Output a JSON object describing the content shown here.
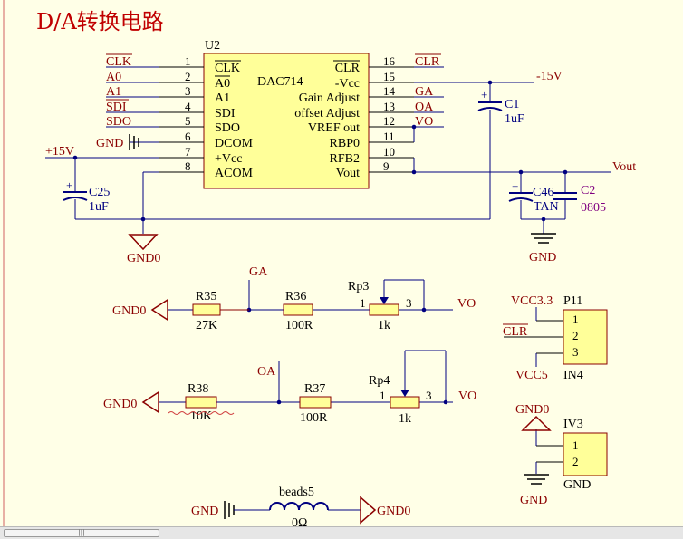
{
  "title": "D/A转换电路",
  "colors": {
    "wire": "#000080",
    "text": "#8b0000",
    "blue_text": "#000080",
    "net_text": "#8b0000",
    "purple": "#800080",
    "chip_fill": "#ffff99",
    "chip_edge": "#8b0000",
    "bg": "#ffffe7"
  },
  "u2": {
    "ref": "U2",
    "part": "DAC714",
    "left_pins": [
      {
        "num": "1",
        "name": "CLK",
        "net": "CLK",
        "overline": true
      },
      {
        "num": "2",
        "name": "A0",
        "net": "A0",
        "overline": true
      },
      {
        "num": "3",
        "name": "A1",
        "net": "A1",
        "overline": false
      },
      {
        "num": "4",
        "name": "SDI",
        "net": "SDI",
        "overline": false
      },
      {
        "num": "5",
        "name": "SDO",
        "net": "SDO",
        "overline": false
      },
      {
        "num": "6",
        "name": "DCOM",
        "net": "",
        "overline": false
      },
      {
        "num": "7",
        "name": "+Vcc",
        "net": "",
        "overline": false
      },
      {
        "num": "8",
        "name": "ACOM",
        "net": "",
        "overline": false
      }
    ],
    "right_pins": [
      {
        "num": "16",
        "name": "CLR",
        "net": "CLR",
        "overline": true
      },
      {
        "num": "15",
        "name": "-Vcc",
        "net": "-15V",
        "overline": false
      },
      {
        "num": "14",
        "name": "Gain Adjust",
        "net": "GA",
        "overline": false
      },
      {
        "num": "13",
        "name": "offset Adjust",
        "net": "OA",
        "overline": false
      },
      {
        "num": "12",
        "name": "VREF out",
        "net": "VO",
        "overline": false
      },
      {
        "num": "11",
        "name": "RBP0",
        "net": "",
        "overline": false
      },
      {
        "num": "10",
        "name": "RFB2",
        "net": "",
        "overline": false
      },
      {
        "num": "9",
        "name": "Vout",
        "net": "",
        "overline": false
      }
    ]
  },
  "nets": {
    "gnd": "GND",
    "gnd0": "GND0",
    "plus15": "+15V",
    "minus15": "-15V",
    "vout": "Vout",
    "ga": "GA",
    "oa": "OA",
    "vo": "VO",
    "clr": "CLR",
    "vcc33": "VCC3.3",
    "vcc5": "VCC5"
  },
  "components": {
    "c1": {
      "ref": "C1",
      "value": "1uF"
    },
    "c25": {
      "ref": "C25",
      "value": "1uF"
    },
    "c46": {
      "ref": "C46",
      "value": "TAN"
    },
    "c2": {
      "ref": "C2",
      "value": "0805"
    },
    "r35": {
      "ref": "R35",
      "value": "27K"
    },
    "r36": {
      "ref": "R36",
      "value": "100R"
    },
    "rp3": {
      "ref": "Rp3",
      "value": "1k",
      "pin1": "1",
      "pin3": "3"
    },
    "r38": {
      "ref": "R38",
      "value": "10K"
    },
    "r37": {
      "ref": "R37",
      "value": "100R"
    },
    "rp4": {
      "ref": "Rp4",
      "value": "1k",
      "pin1": "1",
      "pin3": "3"
    },
    "beads5": {
      "ref": "beads5",
      "value": "0Ω"
    },
    "p11": {
      "ref": "P11",
      "value": "IN4",
      "pins": [
        "1",
        "2",
        "3"
      ]
    },
    "p_gnd": {
      "ref": "IV3",
      "value": "GND",
      "pins": [
        "1",
        "2"
      ]
    }
  },
  "ui": {
    "scroll_grip": "|||"
  }
}
